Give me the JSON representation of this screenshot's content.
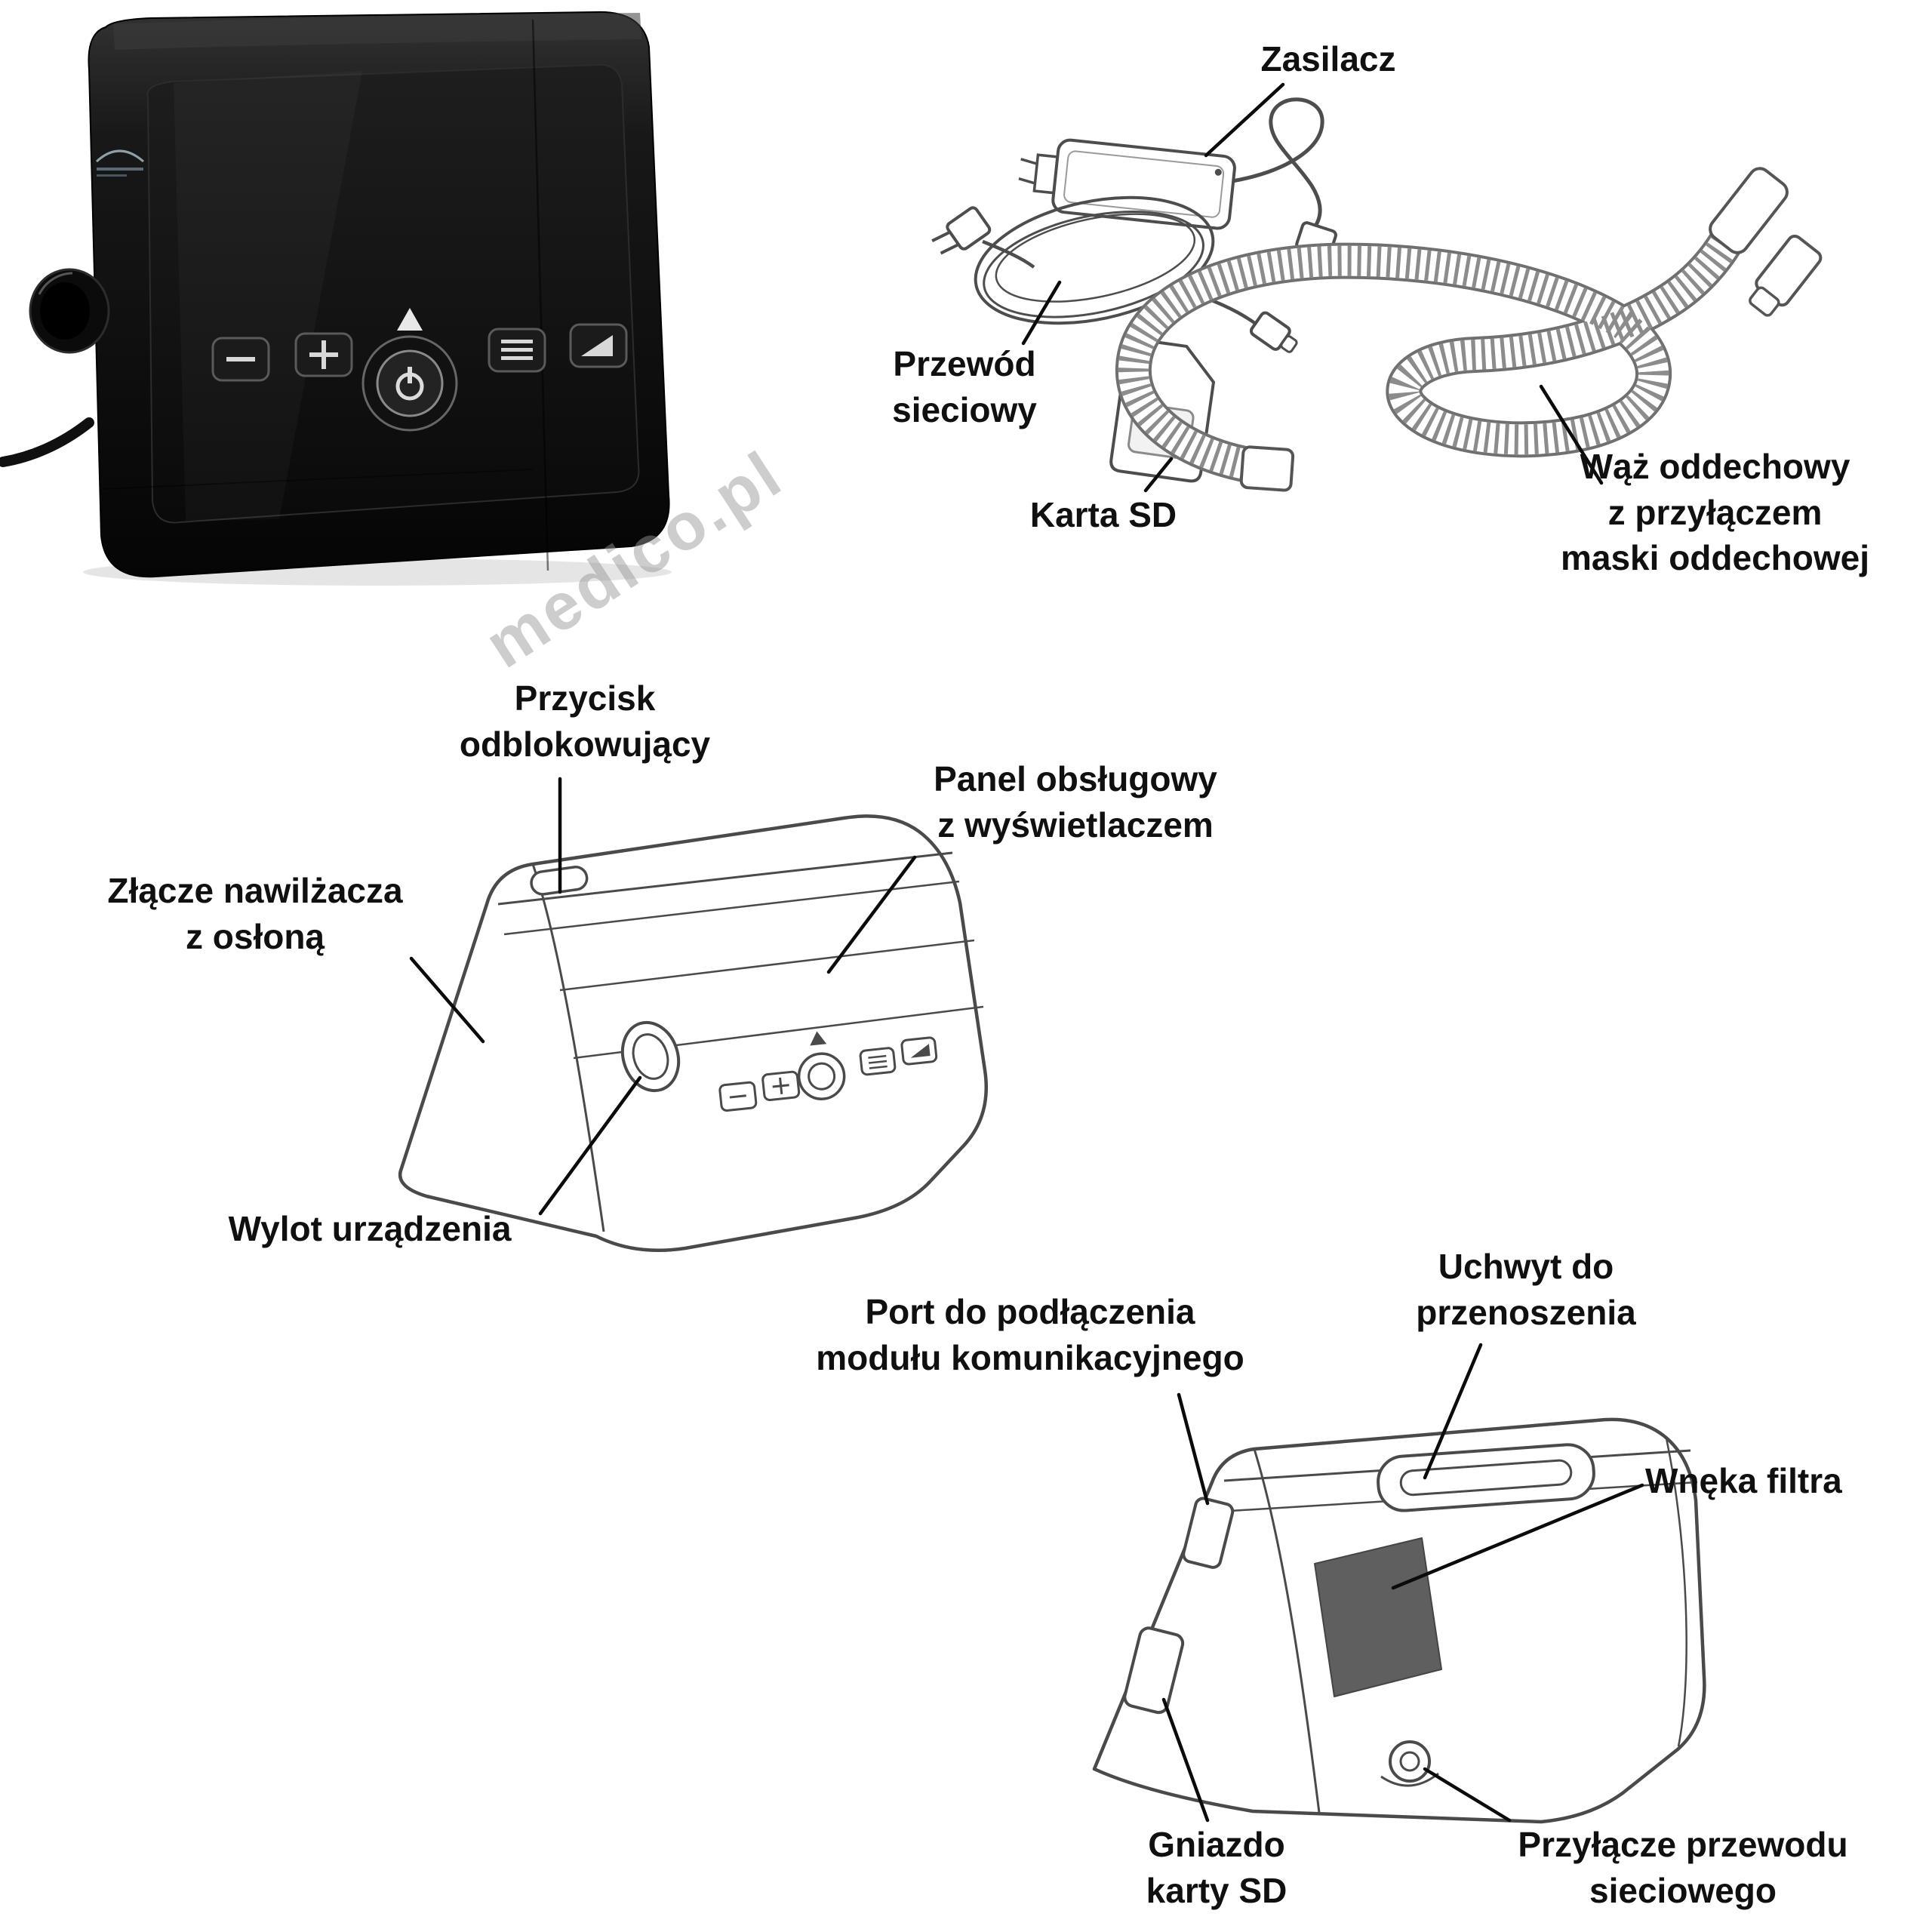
{
  "accessories": {
    "zasilacz": "Zasilacz",
    "przewod_sieciowy": "Przewód\nsieciowy",
    "karta_sd": "Karta SD",
    "waz_oddechowy": "Wąż oddechowy\nz przyłączem\nmaski oddechowej"
  },
  "front_view": {
    "przycisk": "Przycisk\nodblokowujący",
    "panel": "Panel obsługowy\nz wyświetlaczem",
    "zlacze": "Złącze nawilżacza\nz osłoną",
    "wylot": "Wylot urządzenia",
    "watermark": "medico.pl"
  },
  "rear_view": {
    "port": "Port do podłączenia\nmodułu komunikacyjnego",
    "uchwyt": "Uchwyt do\nprzenoszenia",
    "wneka": "Wnęka filtra",
    "gniazdo": "Gniazdo\nkarty SD",
    "przylacze": "Przyłącze przewodu\nsieciowego"
  }
}
